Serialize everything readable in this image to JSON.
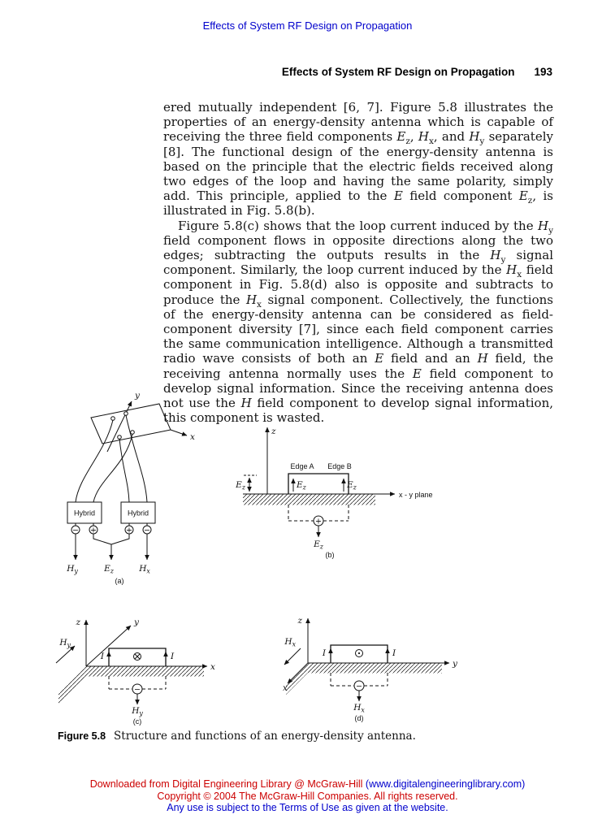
{
  "colors": {
    "link_blue": "#0000cc",
    "footer_red": "#cc0000",
    "ink": "#111111"
  },
  "page": {
    "top_link": "Effects of System RF Design on Propagation",
    "header": {
      "title": "Effects of System RF Design on Propagation",
      "page_number": "193"
    },
    "paragraphs": [
      "ered mutually independent [6, 7]. Figure 5.8 illustrates the properties of an energy-density antenna which is capable of receiving the three field components E_z, H_x, and H_y separately [8]. The functional design of the energy-density antenna is based on the principle that the electric fields received along two edges of the loop and having the same polarity, simply add. This principle, applied to the E field component E_z, is illustrated in Fig. 5.8(b).",
      "Figure 5.8(c) shows that the loop current induced by the H_y field component flows in opposite directions along the two edges; subtracting the outputs results in the H_y signal component. Similarly, the loop current induced by the H_x field component in Fig. 5.8(d) also is opposite and subtracts to produce the H_x signal component. Collectively, the functions of the energy-density antenna can be considered as field-component diversity [7], since each field component carries the same communication intelligence. Although a transmitted radio wave consists of both an E field and an H field, the receiving antenna normally uses the E field component to develop signal information. Since the receiving antenna does not use the H field component to develop signal information, this component is wasted."
    ],
    "caption": {
      "label": "Figure 5.8",
      "text": "Structure and functions of an energy-density antenna."
    },
    "footer": {
      "line1_text": "Downloaded from Digital Engineering Library @ McGraw-Hill",
      "line1_link": "(www.digitalengineeringlibrary.com)",
      "line2": "Copyright © 2004 The McGraw-Hill Companies. All rights reserved.",
      "line3": "Any use is subject to the Terms of Use as given at the website."
    }
  },
  "figure": {
    "a": {
      "axis_y": "y",
      "axis_x": "x",
      "hybrid": "Hybrid",
      "signs": [
        "−",
        "+",
        "+",
        "−"
      ],
      "out1": "H_y",
      "out2": "E_z",
      "out3": "H_x",
      "tag": "(a)"
    },
    "b": {
      "axis_z": "z",
      "edge_a": "Edge A",
      "edge_b": "Edge B",
      "field": "E_z",
      "plane": "x - y plane",
      "sign": "+",
      "out": "E_z",
      "tag": "(b)"
    },
    "c": {
      "axis_z": "z",
      "axis_y": "y",
      "axis_x": "x",
      "field": "H_y",
      "current": "I",
      "sign": "−",
      "out": "H_y",
      "tag": "(c)"
    },
    "d": {
      "axis_z": "z",
      "axis_y": "y",
      "axis_x": "x",
      "field": "H_x",
      "current": "I",
      "sign": "−",
      "out": "H_x",
      "tag": "(d)"
    }
  }
}
